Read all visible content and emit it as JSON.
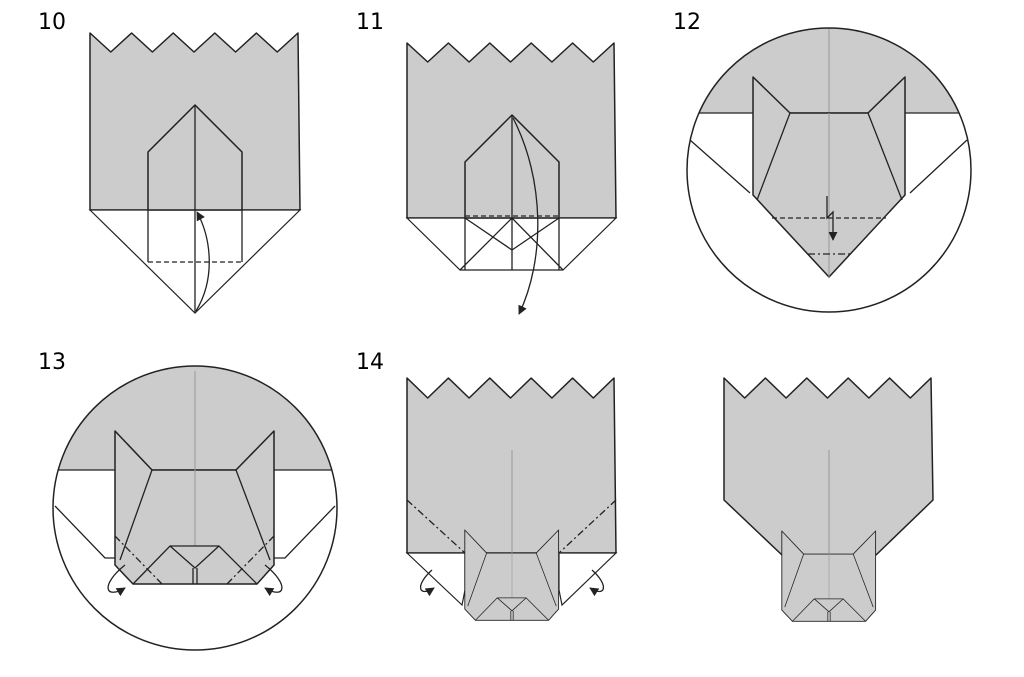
{
  "steps": [
    {
      "number": "10"
    },
    {
      "number": "11"
    },
    {
      "number": "12"
    },
    {
      "number": "13"
    },
    {
      "number": "14"
    }
  ]
}
